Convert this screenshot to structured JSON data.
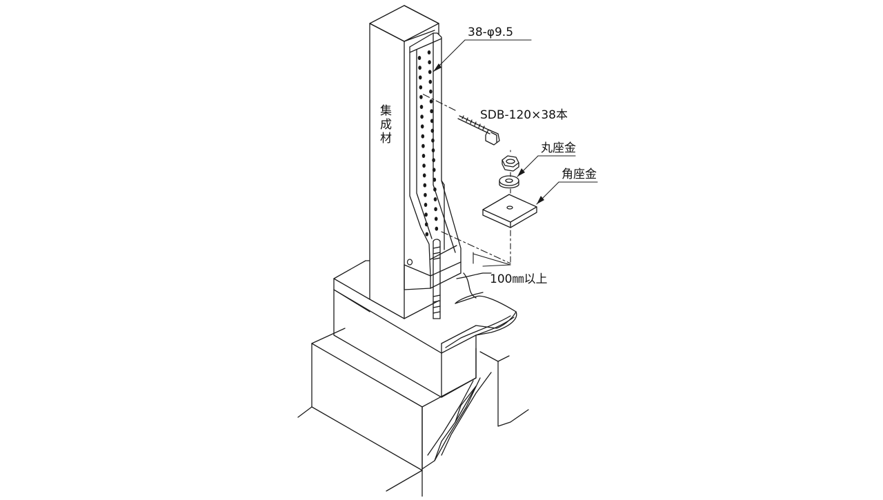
{
  "labels": {
    "hole_spec": "38-φ9.5",
    "screw_spec": "SDB-120×38本",
    "round_washer": "丸座金",
    "square_washer": "角座金",
    "edge_distance": "100㎜以上",
    "column_material": [
      "集",
      "成",
      "材"
    ]
  },
  "colors": {
    "line": "#1a1a1a",
    "hole": "#1a1a1a",
    "background": "#ffffff"
  }
}
